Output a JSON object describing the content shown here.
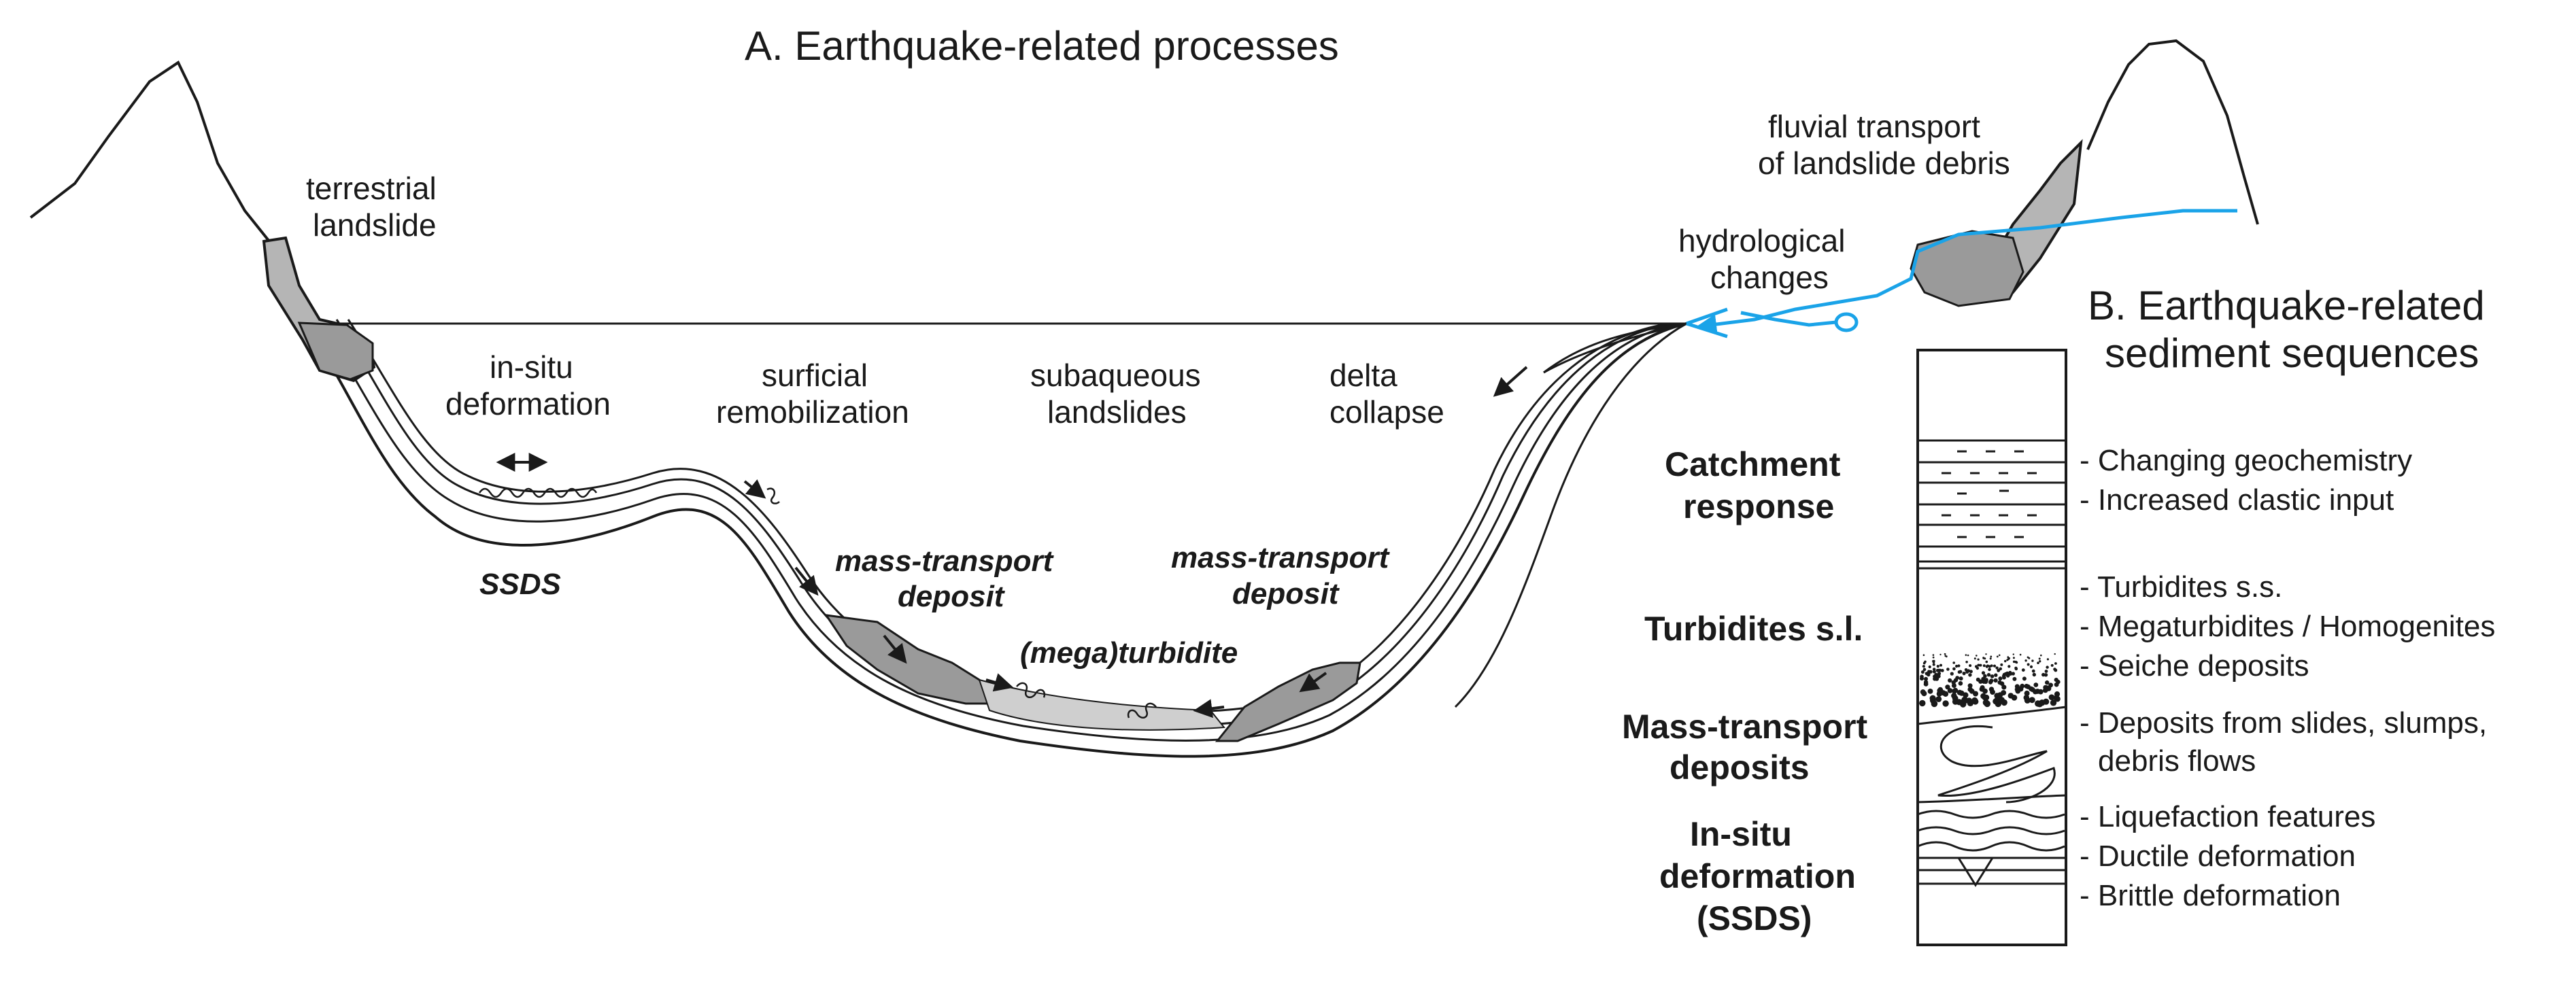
{
  "panel_a": {
    "title": "A. Earthquake-related processes",
    "labels": {
      "terrestrial_1": "terrestrial",
      "terrestrial_2": "landslide",
      "insitu_1": "in-situ",
      "insitu_2": "deformation",
      "surficial_1": "surficial",
      "surficial_2": "remobilization",
      "subaqueous_1": "subaqueous",
      "subaqueous_2": "landslides",
      "delta_1": "delta",
      "delta_2": "collapse",
      "hydro_1": "hydrological",
      "hydro_2": "changes",
      "fluvial_1": "fluvial transport",
      "fluvial_2": "of landslide debris",
      "ssds": "SSDS",
      "mtd_left_1": "mass-transport",
      "mtd_left_2": "deposit",
      "mtd_right_1": "mass-transport",
      "mtd_right_2": "deposit",
      "megaturbidite": "(mega)turbidite"
    }
  },
  "panel_b": {
    "title_1": "B. Earthquake-related",
    "title_2": "sediment sequences",
    "categories": {
      "catchment_1": "Catchment",
      "catchment_2": "response",
      "turbidites": "Turbidites s.l.",
      "mtd_1": "Mass-transport",
      "mtd_2": "deposits",
      "insitu_1": "In-situ",
      "insitu_2": "deformation",
      "insitu_3": "(SSDS)"
    },
    "items": {
      "catchment_a": "- Changing geochemistry",
      "catchment_b": "- Increased clastic input",
      "turb_a": "- Turbidites s.s.",
      "turb_b": "- Megaturbidites / Homogenites",
      "turb_c": "- Seiche deposits",
      "mtd_a": "- Deposits from slides, slumps,",
      "mtd_b": "debris flows",
      "insitu_a": "- Liquefaction features",
      "insitu_b": "- Ductile deformation",
      "insitu_c": "- Brittle deformation"
    }
  },
  "colors": {
    "line": "#1a1a1a",
    "deposit_fill": "#9a9a9a",
    "light_fill": "#c8c8c8",
    "river": "#1aa3e8"
  }
}
